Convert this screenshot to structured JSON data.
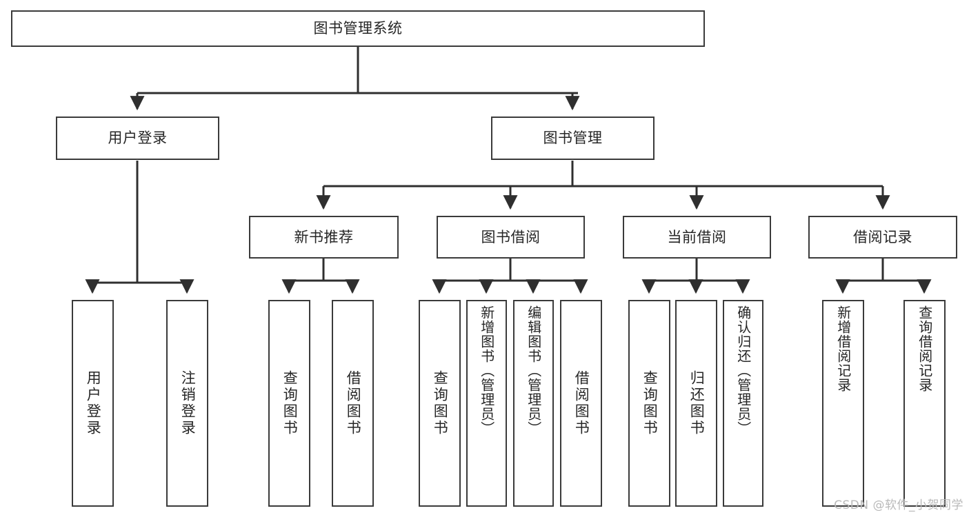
{
  "diagram": {
    "title": "图书管理系统",
    "type": "tree-hierarchy-diagram",
    "watermark": "CSDN @软件_小贺同学",
    "colors": {
      "box_border": "#3a3a3a",
      "box_fill": "#ffffff",
      "edge": "#2f2f2f",
      "text": "#262626",
      "watermark": "#b9b9b9"
    },
    "levels": {
      "root": {
        "label": "图书管理系统"
      },
      "level2": [
        {
          "id": "user-login",
          "label": "用户登录"
        },
        {
          "id": "book-manage",
          "label": "图书管理"
        }
      ],
      "level3": [
        {
          "id": "new-book-rec",
          "label": "新书推荐",
          "parent": "book-manage"
        },
        {
          "id": "book-borrow",
          "label": "图书借阅",
          "parent": "book-manage"
        },
        {
          "id": "current-borrow",
          "label": "当前借阅",
          "parent": "book-manage"
        },
        {
          "id": "borrow-record",
          "label": "借阅记录",
          "parent": "book-manage"
        }
      ],
      "leaves": [
        {
          "id": "leaf-user-login",
          "label": "用户登录",
          "parent": "user-login"
        },
        {
          "id": "leaf-logout",
          "label": "注销登录",
          "parent": "user-login"
        },
        {
          "id": "leaf-query-book-1",
          "label": "查询图书",
          "parent": "new-book-rec"
        },
        {
          "id": "leaf-borrow-book-1",
          "label": "借阅图书",
          "parent": "new-book-rec"
        },
        {
          "id": "leaf-query-book-2",
          "label": "查询图书",
          "parent": "book-borrow"
        },
        {
          "id": "leaf-add-book",
          "label": "新增图书（管理员）",
          "parent": "book-borrow"
        },
        {
          "id": "leaf-edit-book",
          "label": "编辑图书（管理员）",
          "parent": "book-borrow"
        },
        {
          "id": "leaf-borrow-book-2",
          "label": "借阅图书",
          "parent": "book-borrow"
        },
        {
          "id": "leaf-query-book-3",
          "label": "查询图书",
          "parent": "current-borrow"
        },
        {
          "id": "leaf-return-book",
          "label": "归还图书",
          "parent": "current-borrow"
        },
        {
          "id": "leaf-confirm-return",
          "label": "确认归还（管理员）",
          "parent": "current-borrow"
        },
        {
          "id": "leaf-add-record",
          "label": "新增借阅记录",
          "parent": "borrow-record"
        },
        {
          "id": "leaf-query-record",
          "label": "查询借阅记录",
          "parent": "borrow-record"
        }
      ]
    }
  }
}
